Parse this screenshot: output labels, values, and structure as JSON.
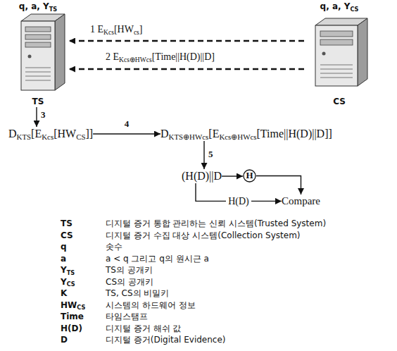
{
  "diagram": {
    "nodes": [
      {
        "text": [
          "q, a, YTS",
          "TS"
        ]
      },
      {
        "text": [
          "q, a, YCS",
          "CS"
        ]
      },
      {
        "text": [
          "DKTS[EKcs[HWCS]]"
        ]
      },
      {
        "text": [
          "DKTS⊕HWcs[EKcs⊕HWcs[Time||H(D)||D]]"
        ]
      },
      {
        "text": [
          "(H(D)||D"
        ]
      },
      {
        "text": [
          "H"
        ]
      },
      {
        "text": [
          "Compare"
        ]
      }
    ],
    "edges": [
      {
        "from": 1,
        "to": 0,
        "arrow": "to",
        "label": "1 EKcs[HWcs]"
      },
      {
        "from": 1,
        "to": 0,
        "arrow": "to",
        "label": "2 EKcs⊕HWcs[Time||H(D)||D]"
      },
      {
        "from": 0,
        "to": 2,
        "arrow": "to",
        "label": "3"
      },
      {
        "from": 2,
        "to": 3,
        "arrow": "to",
        "label": "4"
      },
      {
        "from": 3,
        "to": 4,
        "arrow": "to",
        "label": "5"
      },
      {
        "from": 4,
        "to": 5,
        "arrow": "to"
      },
      {
        "from": 5,
        "to": 6,
        "arrow": "to"
      },
      {
        "from": 4,
        "to": 6,
        "arrow": "to",
        "label": "H(D)"
      }
    ],
    "labels": [
      "TS",
      "디지털 증거 통합 관리하는 신뢰 시스템(Trusted System)",
      "CS",
      "디지털 증거 수집 대상 시스템(Collection System)",
      "q",
      "솟수",
      "a",
      "a < q 그리고 q의 원시근 a",
      "YTS",
      "TS의 공개키",
      "YCS",
      "CS의 공개키",
      "K",
      "TS, CS의 비밀키",
      "HWCS",
      "시스템의 하드웨어 정보",
      "Time",
      "타임스탬프",
      "H(D)",
      "디지털 증거 해쉬 값",
      "D",
      "디지털 증거(Digital Evidence)"
    ]
  }
}
